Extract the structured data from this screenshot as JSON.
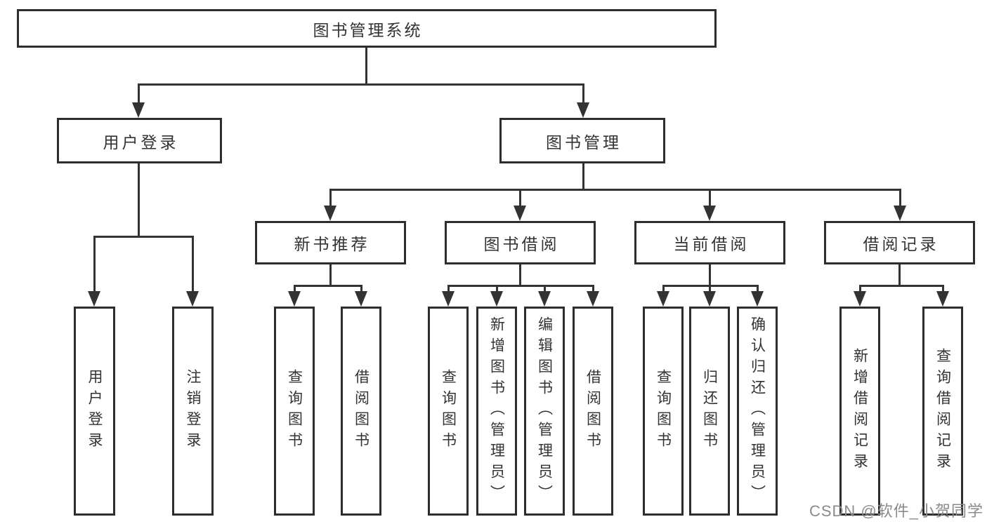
{
  "diagram": {
    "root": "图书管理系统",
    "user_branch": {
      "label": "用户登录",
      "leaves": [
        "用户登录",
        "注销登录"
      ]
    },
    "book_branch": {
      "label": "图书管理",
      "groups": [
        {
          "label": "新书推荐",
          "leaves": [
            "查询图书",
            "借阅图书"
          ]
        },
        {
          "label": "图书借阅",
          "leaves": [
            "查询图书",
            "新增图书（管理员）",
            "编辑图书（管理员）",
            "借阅图书"
          ]
        },
        {
          "label": "当前借阅",
          "leaves": [
            "查询图书",
            "归还图书",
            "确认归还（管理员）"
          ]
        },
        {
          "label": "借阅记录",
          "leaves": [
            "新增借阅记录",
            "查询借阅记录"
          ]
        }
      ]
    }
  },
  "watermark": {
    "text": "CSDN @软件_小贺同学",
    "color": "#8e8989"
  },
  "colors": {
    "line": "#333333",
    "border": "#2d2d2d",
    "text": "#333333",
    "background": "#ffffff"
  }
}
